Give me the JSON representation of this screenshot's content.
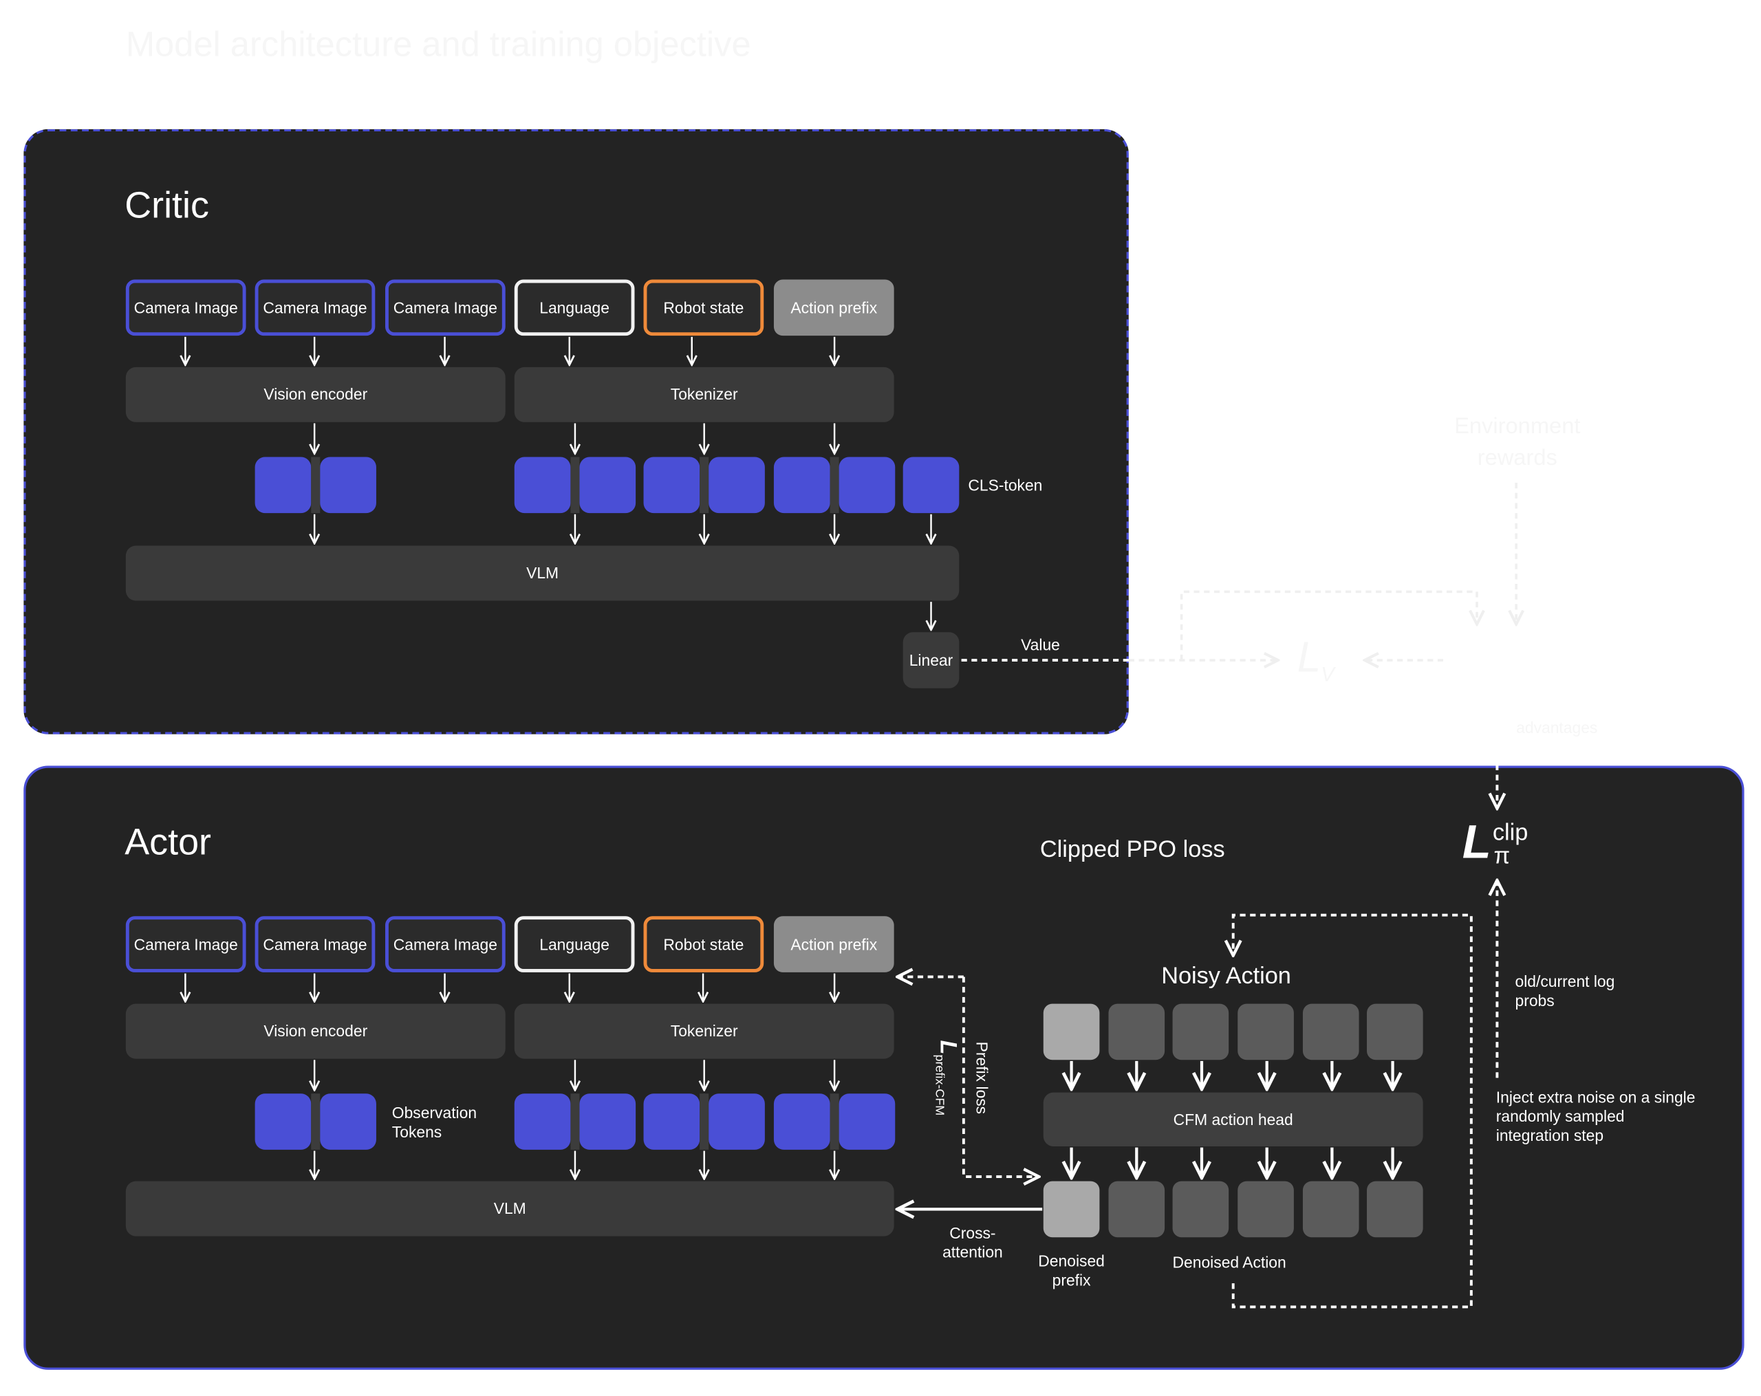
{
  "title": "Model architecture and training objective",
  "critic": {
    "heading": "Critic",
    "inputs": [
      "Camera Image",
      "Camera Image",
      "Camera Image",
      "Language",
      "Robot state",
      "Action prefix"
    ],
    "vision_encoder": "Vision encoder",
    "tokenizer": "Tokenizer",
    "cls_label": "CLS-token",
    "vlm": "VLM",
    "linear": "Linear",
    "value_label": "Value"
  },
  "loss": {
    "env_rewards": "Environment rewards",
    "lv_symbol": "L",
    "lv_sub": "V",
    "advantages": "advantages",
    "lclip_symbol": "L",
    "lclip_sup": "clip",
    "lclip_sub": "π",
    "old_current_logprobs": "old/current log probs",
    "inject_noise": "Inject extra noise on a single randomly sampled integration step"
  },
  "actor": {
    "heading": "Actor",
    "ppo_label": "Clipped PPO loss",
    "inputs": [
      "Camera Image",
      "Camera Image",
      "Camera Image",
      "Language",
      "Robot state",
      "Action prefix"
    ],
    "vision_encoder": "Vision encoder",
    "tokenizer": "Tokenizer",
    "observation_tokens": "Observation Tokens",
    "vlm": "VLM",
    "noisy_action": "Noisy Action",
    "cfm_head": "CFM action head",
    "denoised_prefix": "Denoised prefix",
    "denoised_action": "Denoised Action",
    "cross_attention": "Cross- attention",
    "prefix_loss": "Prefix loss",
    "lprefix_symbol": "L",
    "lprefix_sub": "prefix-CFM"
  },
  "colors": {
    "panel_bg": "#232323",
    "token_blue": "#4a4fd6",
    "robot_orange": "#ef8a3a",
    "bar_gray": "#3a3a3a",
    "prefix_gray": "#8c8c8c"
  }
}
